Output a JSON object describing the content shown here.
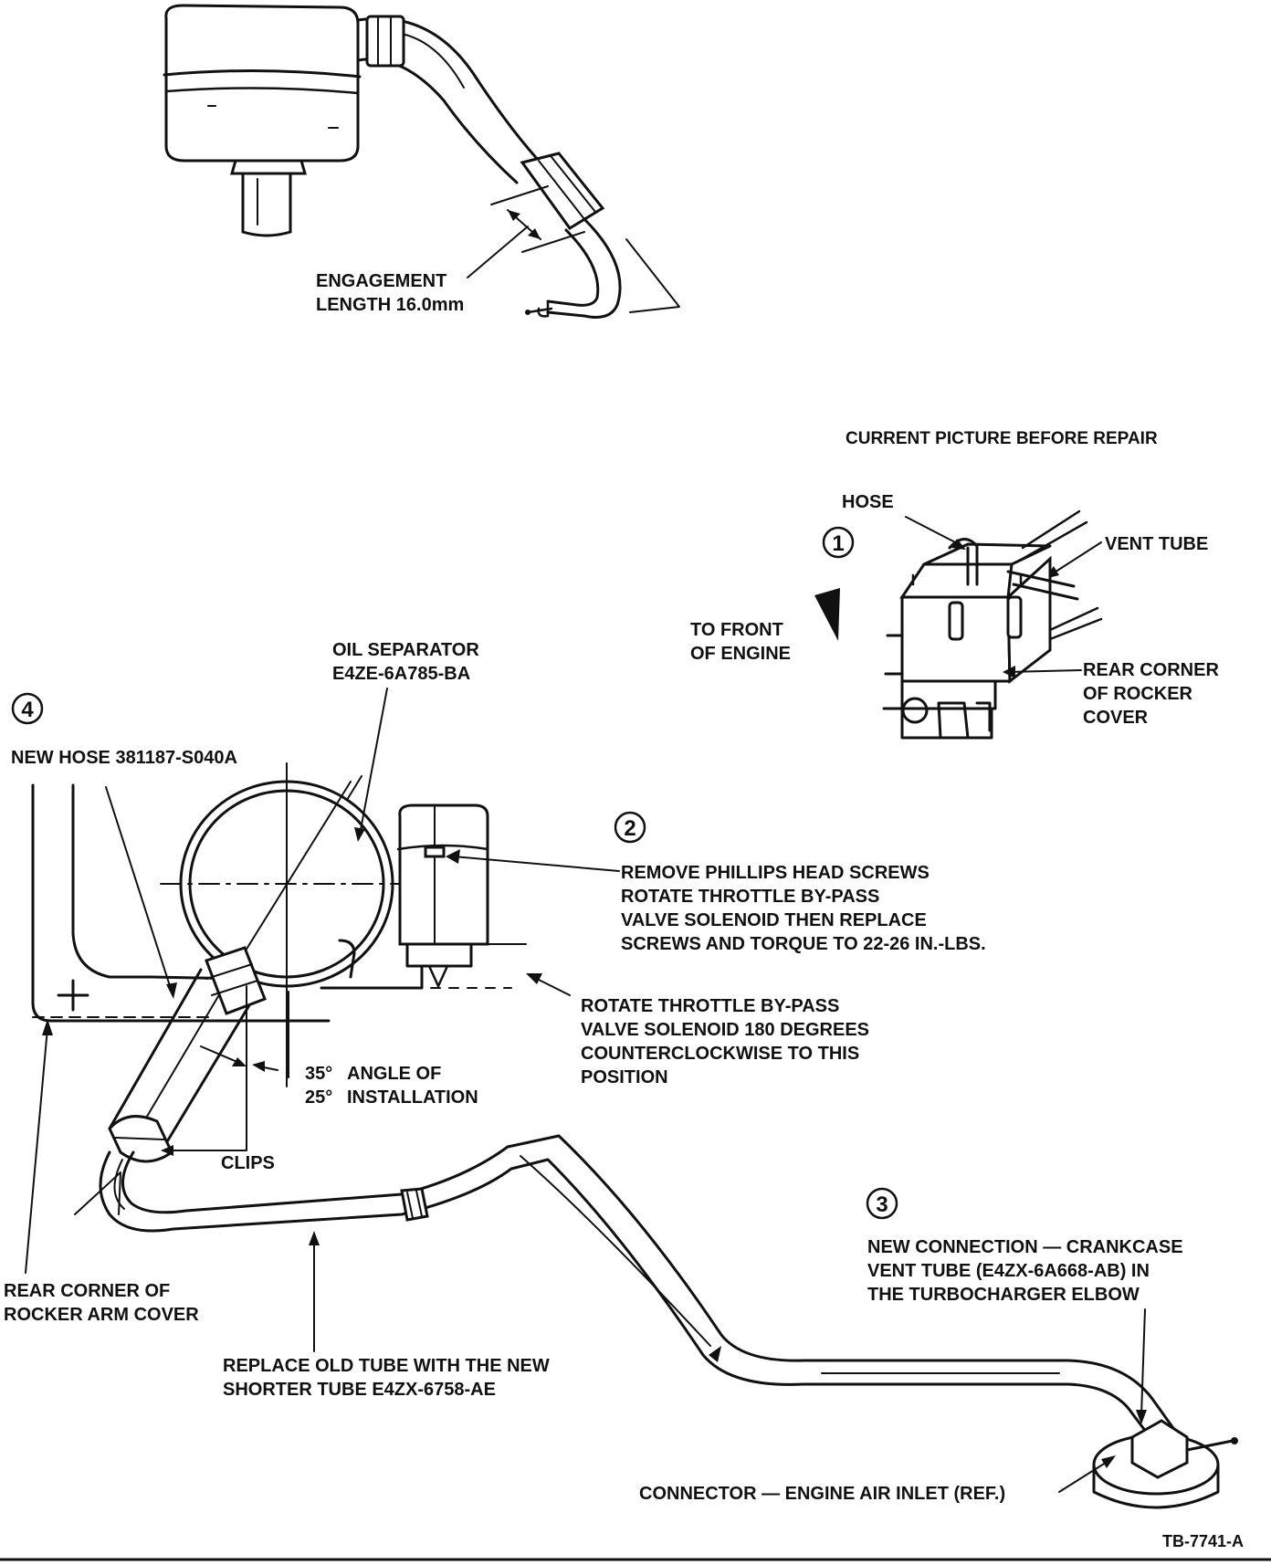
{
  "top_detail": {
    "engagement_line1": "ENGAGEMENT",
    "engagement_line2": "LENGTH 16.0mm"
  },
  "callout_1": {
    "number": "1",
    "header": "CURRENT PICTURE BEFORE REPAIR",
    "hose": "HOSE",
    "vent_tube": "VENT TUBE",
    "to_front_line1": "TO FRONT",
    "to_front_line2": "OF ENGINE",
    "rear_corner_line1": "REAR CORNER",
    "rear_corner_line2": "OF ROCKER",
    "rear_corner_line3": "COVER"
  },
  "callout_2": {
    "number": "2",
    "line1": "REMOVE PHILLIPS HEAD SCREWS",
    "line2": "ROTATE THROTTLE BY-PASS",
    "line3": "VALVE SOLENOID THEN REPLACE",
    "line4": "SCREWS AND TORQUE TO 22-26 IN.-LBS."
  },
  "rotate_note": {
    "line1": "ROTATE THROTTLE BY-PASS",
    "line2": "VALVE SOLENOID 180 DEGREES",
    "line3": "COUNTERCLOCKWISE TO THIS",
    "line4": "POSITION"
  },
  "oil_separator": {
    "line1": "OIL SEPARATOR",
    "line2": "E4ZE-6A785-BA"
  },
  "callout_4": {
    "number": "4",
    "new_hose": "NEW HOSE 381187-S040A"
  },
  "angle": {
    "value1": "35°",
    "label1": "ANGLE OF",
    "value2": "25°",
    "label2": "INSTALLATION"
  },
  "clips": "CLIPS",
  "rear_corner_arm": {
    "line1": "REAR CORNER OF",
    "line2": "ROCKER ARM COVER"
  },
  "replace_tube": {
    "line1": "REPLACE OLD TUBE WITH THE NEW",
    "line2": "SHORTER TUBE E4ZX-6758-AE"
  },
  "callout_3": {
    "number": "3",
    "line1": "NEW CONNECTION — CRANKCASE",
    "line2": "VENT TUBE (E4ZX-6A668-AB) IN",
    "line3": "THE TURBOCHARGER ELBOW"
  },
  "connector": "CONNECTOR — ENGINE AIR INLET (REF.)",
  "figure_id": "TB-7741-A"
}
